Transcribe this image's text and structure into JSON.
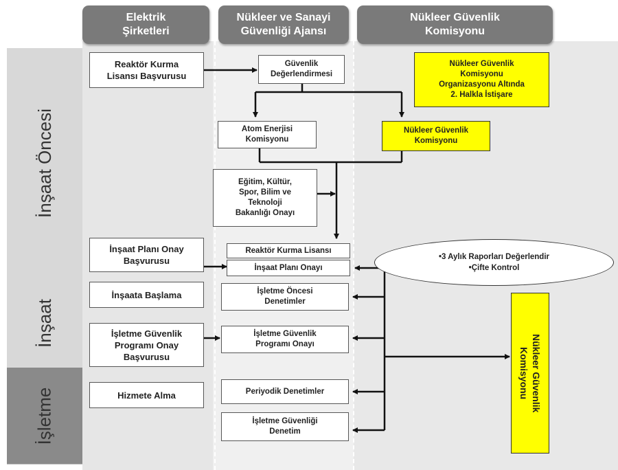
{
  "headers": {
    "col1": "Elektrik\nŞirketleri",
    "col2": "Nükleer ve Sanayi\nGüvenliği Ajansı",
    "col3": "Nükleer Güvenlik\nKomisyonu"
  },
  "phases": {
    "pre": "İnşaat Öncesi",
    "construction": "İnşaat",
    "operation": "İşletme"
  },
  "boxes": {
    "reactor_application": "Reaktör Kurma\nLisansı Başvurusu",
    "safety_evaluation": "Güvenlik\nDeğerlendirmesi",
    "nsc_advisory": "Nükleer Güvenlik\nKomisyonu\nOrganizasyonu Altında\n2. Halkla İstişare",
    "atomic_energy_commission": "Atom Enerjisi\nKomisyonu",
    "nsc_small": "Nükleer Güvenlik\nKomisyonu",
    "ministry_approval": "Eğitim, Kültür,\nSpor, Bilim ve\nTeknoloji\nBakanlığı Onayı",
    "construction_plan_application": "İnşaat Planı Onay\nBaşvurusu",
    "reactor_license": "Reaktör Kurma Lisansı",
    "construction_plan_approval": "İnşaat Planı Onayı",
    "construction_start": "İnşaata Başlama",
    "pre_operation_inspections": "İşletme Öncesi\nDenetimler",
    "safety_program_application": "İşletme Güvenlik\nProgramı Onay\nBaşvurusu",
    "safety_program_approval": "İşletme Güvenlik\nProgramı Onayı",
    "commissioning": "Hizmete Alma",
    "periodic_inspections": "Periyodik Denetimler",
    "operation_safety_inspection": "İşletme Güvenliği\nDenetim",
    "nsc_vertical": "Nükleer Güvenlik\nKomisyonu"
  },
  "ellipse": {
    "line1": "•3 Aylık Raporları Değerlendir",
    "line2": "•Çifte Kontrol"
  },
  "colors": {
    "header": "#7a7a7a",
    "highlight": "#ffff00",
    "phase_dark": "#8a8a8a"
  }
}
